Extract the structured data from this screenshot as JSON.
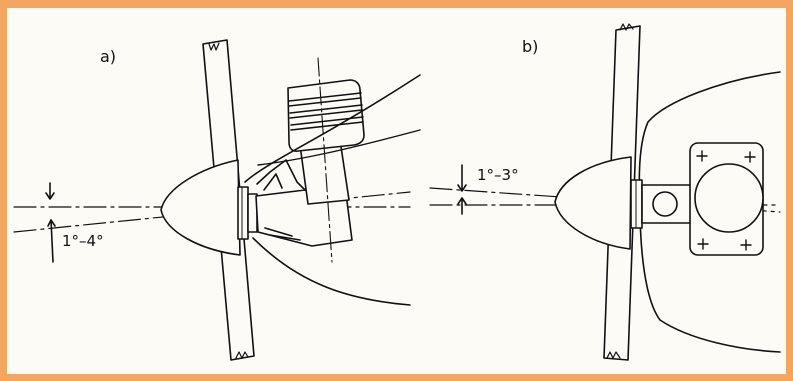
{
  "figure": {
    "panel_a": {
      "label": "a)",
      "angle": "1°–4°"
    },
    "panel_b": {
      "label": "b)",
      "angle": "1°–3°"
    }
  },
  "colors": {
    "border": "#f3a661",
    "paper": "#fdfbf6",
    "ink": "#111111"
  }
}
